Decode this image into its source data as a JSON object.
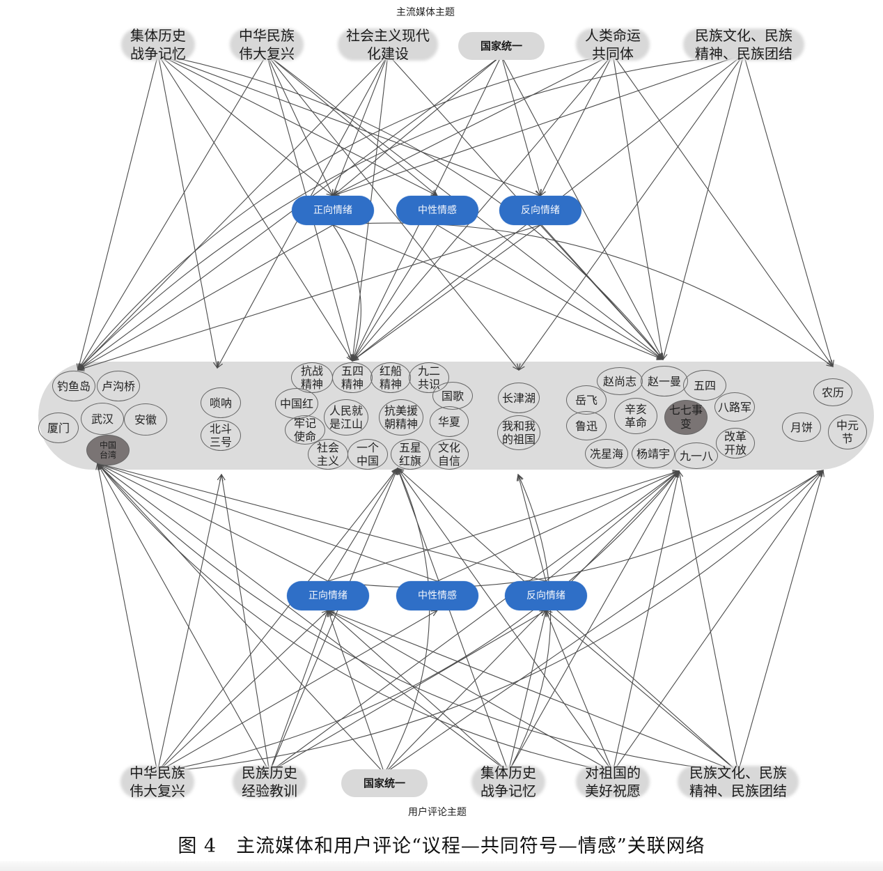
{
  "labels": {
    "top_section": "主流媒体主题",
    "bottom_section": "用户评论主题",
    "caption": "图 4　主流媒体和用户评论“议程—共同符号—情感”关联网络"
  },
  "colors": {
    "emotion_fill": "#2f6fc7",
    "band_fill": "#dcdcdc",
    "highlight_symbol": "#7a7474",
    "edge": "#4a4a4a"
  },
  "top_themes": [
    {
      "id": "t1",
      "label": "集体历史\n战争记忆"
    },
    {
      "id": "t2",
      "label": "中华民族\n伟大复兴"
    },
    {
      "id": "t3",
      "label": "社会主义现代\n化建设"
    },
    {
      "id": "t4",
      "label": "国家统一"
    },
    {
      "id": "t5",
      "label": "人类命运\n共同体"
    },
    {
      "id": "t6",
      "label": "民族文化、民族\n精神、民族团结"
    }
  ],
  "top_emotions": [
    {
      "id": "e1",
      "label": "正向情绪"
    },
    {
      "id": "e2",
      "label": "中性情感"
    },
    {
      "id": "e3",
      "label": "反向情绪"
    }
  ],
  "bottom_emotions": [
    {
      "id": "f1",
      "label": "正向情绪"
    },
    {
      "id": "f2",
      "label": "中性情感"
    },
    {
      "id": "f3",
      "label": "反向情绪"
    }
  ],
  "bottom_themes": [
    {
      "id": "b1",
      "label": "中华民族\n伟大复兴"
    },
    {
      "id": "b2",
      "label": "民族历史\n经验教训"
    },
    {
      "id": "b3",
      "label": "国家统一"
    },
    {
      "id": "b4",
      "label": "集体历史\n战争记忆"
    },
    {
      "id": "b5",
      "label": "对祖国的\n美好祝愿"
    },
    {
      "id": "b6",
      "label": "民族文化、民族\n精神、民族团结"
    }
  ],
  "symbol_clusters": [
    {
      "id": "c1",
      "name": "place",
      "symbols": [
        "钓鱼岛",
        "卢沟桥",
        "厦门",
        "武汉",
        "安徽",
        "中国\n台湾"
      ],
      "highlight": "中国\n台湾"
    },
    {
      "id": "c2",
      "name": "object",
      "symbols": [
        "唢呐",
        "北斗\n三号"
      ]
    },
    {
      "id": "c3",
      "name": "spirit",
      "symbols": [
        "抗战\n精神",
        "五四\n精神",
        "红船\n精神",
        "九二\n共识",
        "国歌",
        "中国红",
        "人民就\n是江山",
        "抗美援\n朝精神",
        "华夏",
        "牢记\n使命",
        "社会\n主义",
        "一个\n中国",
        "五星\n红旗",
        "文化\n自信"
      ]
    },
    {
      "id": "c4",
      "name": "film",
      "symbols": [
        "长津湖",
        "我和我\n的祖国"
      ]
    },
    {
      "id": "c5",
      "name": "history",
      "symbols": [
        "赵尚志",
        "赵一曼",
        "五四",
        "岳飞",
        "辛亥\n革命",
        "七七事\n变",
        "八路军",
        "鲁迅",
        "冼星海",
        "杨靖宇",
        "九一八",
        "改革\n开放"
      ],
      "highlight": "七七事\n变"
    },
    {
      "id": "c6",
      "name": "festival",
      "symbols": [
        "农历",
        "月饼",
        "中元\n节"
      ]
    }
  ],
  "top_edges": [
    [
      "t1",
      "c1"
    ],
    [
      "t1",
      "c3"
    ],
    [
      "t1",
      "e1"
    ],
    [
      "t1",
      "e2"
    ],
    [
      "t1",
      "c5"
    ],
    [
      "t1",
      "c2"
    ],
    [
      "t1",
      "e3"
    ],
    [
      "t2",
      "c1"
    ],
    [
      "t2",
      "c3"
    ],
    [
      "t2",
      "e1"
    ],
    [
      "t2",
      "c5"
    ],
    [
      "t2",
      "c4"
    ],
    [
      "t2",
      "e2"
    ],
    [
      "t3",
      "c1"
    ],
    [
      "t3",
      "c3"
    ],
    [
      "t3",
      "e1"
    ],
    [
      "t3",
      "c2"
    ],
    [
      "t3",
      "c5"
    ],
    [
      "t4",
      "c1"
    ],
    [
      "t4",
      "c3"
    ],
    [
      "t4",
      "e1"
    ],
    [
      "t4",
      "e3"
    ],
    [
      "t4",
      "c5"
    ],
    [
      "t5",
      "c3"
    ],
    [
      "t5",
      "c1"
    ],
    [
      "t5",
      "e1"
    ],
    [
      "t5",
      "c5"
    ],
    [
      "t5",
      "c6"
    ],
    [
      "t5",
      "e3"
    ],
    [
      "t6",
      "c1"
    ],
    [
      "t6",
      "c3"
    ],
    [
      "t6",
      "c5"
    ],
    [
      "t6",
      "c6"
    ],
    [
      "t6",
      "e1"
    ],
    [
      "t6",
      "c4"
    ],
    [
      "e1",
      "c1"
    ],
    [
      "e1",
      "c3"
    ],
    [
      "e1",
      "c5"
    ],
    [
      "e1",
      "c6"
    ],
    [
      "e3",
      "c3"
    ],
    [
      "e3",
      "c5"
    ],
    [
      "e3",
      "c1"
    ],
    [
      "e2",
      "c5"
    ],
    [
      "e2",
      "c3"
    ]
  ],
  "bottom_edges": [
    [
      "b1",
      "c1"
    ],
    [
      "b1",
      "c3"
    ],
    [
      "b1",
      "f1"
    ],
    [
      "b1",
      "c5"
    ],
    [
      "b1",
      "c6"
    ],
    [
      "b1",
      "f2"
    ],
    [
      "b1",
      "c2"
    ],
    [
      "b2",
      "c1"
    ],
    [
      "b2",
      "c3"
    ],
    [
      "b2",
      "f1"
    ],
    [
      "b2",
      "c5"
    ],
    [
      "b2",
      "c2"
    ],
    [
      "b2",
      "f3"
    ],
    [
      "b3",
      "c1"
    ],
    [
      "b3",
      "c3"
    ],
    [
      "b3",
      "f1"
    ],
    [
      "b3",
      "c5"
    ],
    [
      "b3",
      "c6"
    ],
    [
      "b4",
      "c1"
    ],
    [
      "b4",
      "c3"
    ],
    [
      "b4",
      "c5"
    ],
    [
      "b4",
      "f1"
    ],
    [
      "b4",
      "f3"
    ],
    [
      "b4",
      "c4"
    ],
    [
      "b5",
      "c1"
    ],
    [
      "b5",
      "c5"
    ],
    [
      "b5",
      "c6"
    ],
    [
      "b5",
      "f1"
    ],
    [
      "b5",
      "f3"
    ],
    [
      "b5",
      "c3"
    ],
    [
      "b6",
      "c1"
    ],
    [
      "b6",
      "c5"
    ],
    [
      "b6",
      "c6"
    ],
    [
      "b6",
      "f1"
    ],
    [
      "b6",
      "c3"
    ],
    [
      "b6",
      "f3"
    ],
    [
      "f1",
      "c1"
    ],
    [
      "f1",
      "c3"
    ],
    [
      "f1",
      "c5"
    ],
    [
      "f1",
      "c6"
    ],
    [
      "f2",
      "c1"
    ],
    [
      "f2",
      "c5"
    ],
    [
      "f3",
      "c5"
    ],
    [
      "f3",
      "c4"
    ],
    [
      "f3",
      "c1"
    ]
  ]
}
